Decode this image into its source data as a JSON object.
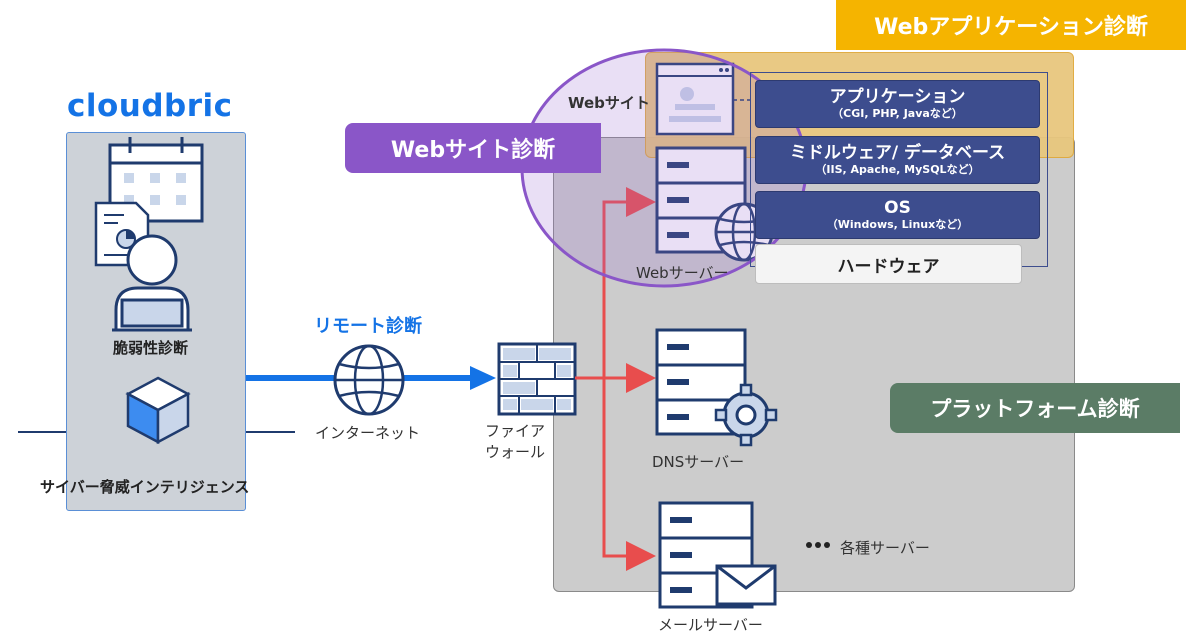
{
  "logo": "cloudbric",
  "left_panel": {
    "vuln_label": "脆弱性診断",
    "intel_label": "サイバー脅威インテリジェンス"
  },
  "remote_label": "リモート診断",
  "internet_label": "インターネット",
  "firewall_label_1": "ファイア",
  "firewall_label_2": "ウォール",
  "website_badge": "Webサイト診断",
  "webapp_badge": "Webアプリケーション診断",
  "platform_badge": "プラットフォーム診断",
  "website_label": "Webサイト",
  "web_server_label": "Webサーバー",
  "dns_server_label": "DNSサーバー",
  "mail_server_label": "メールサーバー",
  "other_servers_label": "各種サーバー",
  "stack": [
    {
      "main": "アプリケーション",
      "sub": "（CGI, PHP, Javaなど）"
    },
    {
      "main": "ミドルウェア/ データベース",
      "sub": "（IIS, Apache, MySQLなど）"
    },
    {
      "main": "OS",
      "sub": "（Windows, Linuxなど）"
    }
  ],
  "hardware_label": "ハードウェア",
  "colors": {
    "remote_arrow": "#1473e6",
    "server_link": "#e84d4d",
    "stack_bar": "#3d4d8e",
    "website_badge": "#8a56c8",
    "webapp_badge": "#f5b400",
    "platform_badge": "#5b7c66"
  }
}
